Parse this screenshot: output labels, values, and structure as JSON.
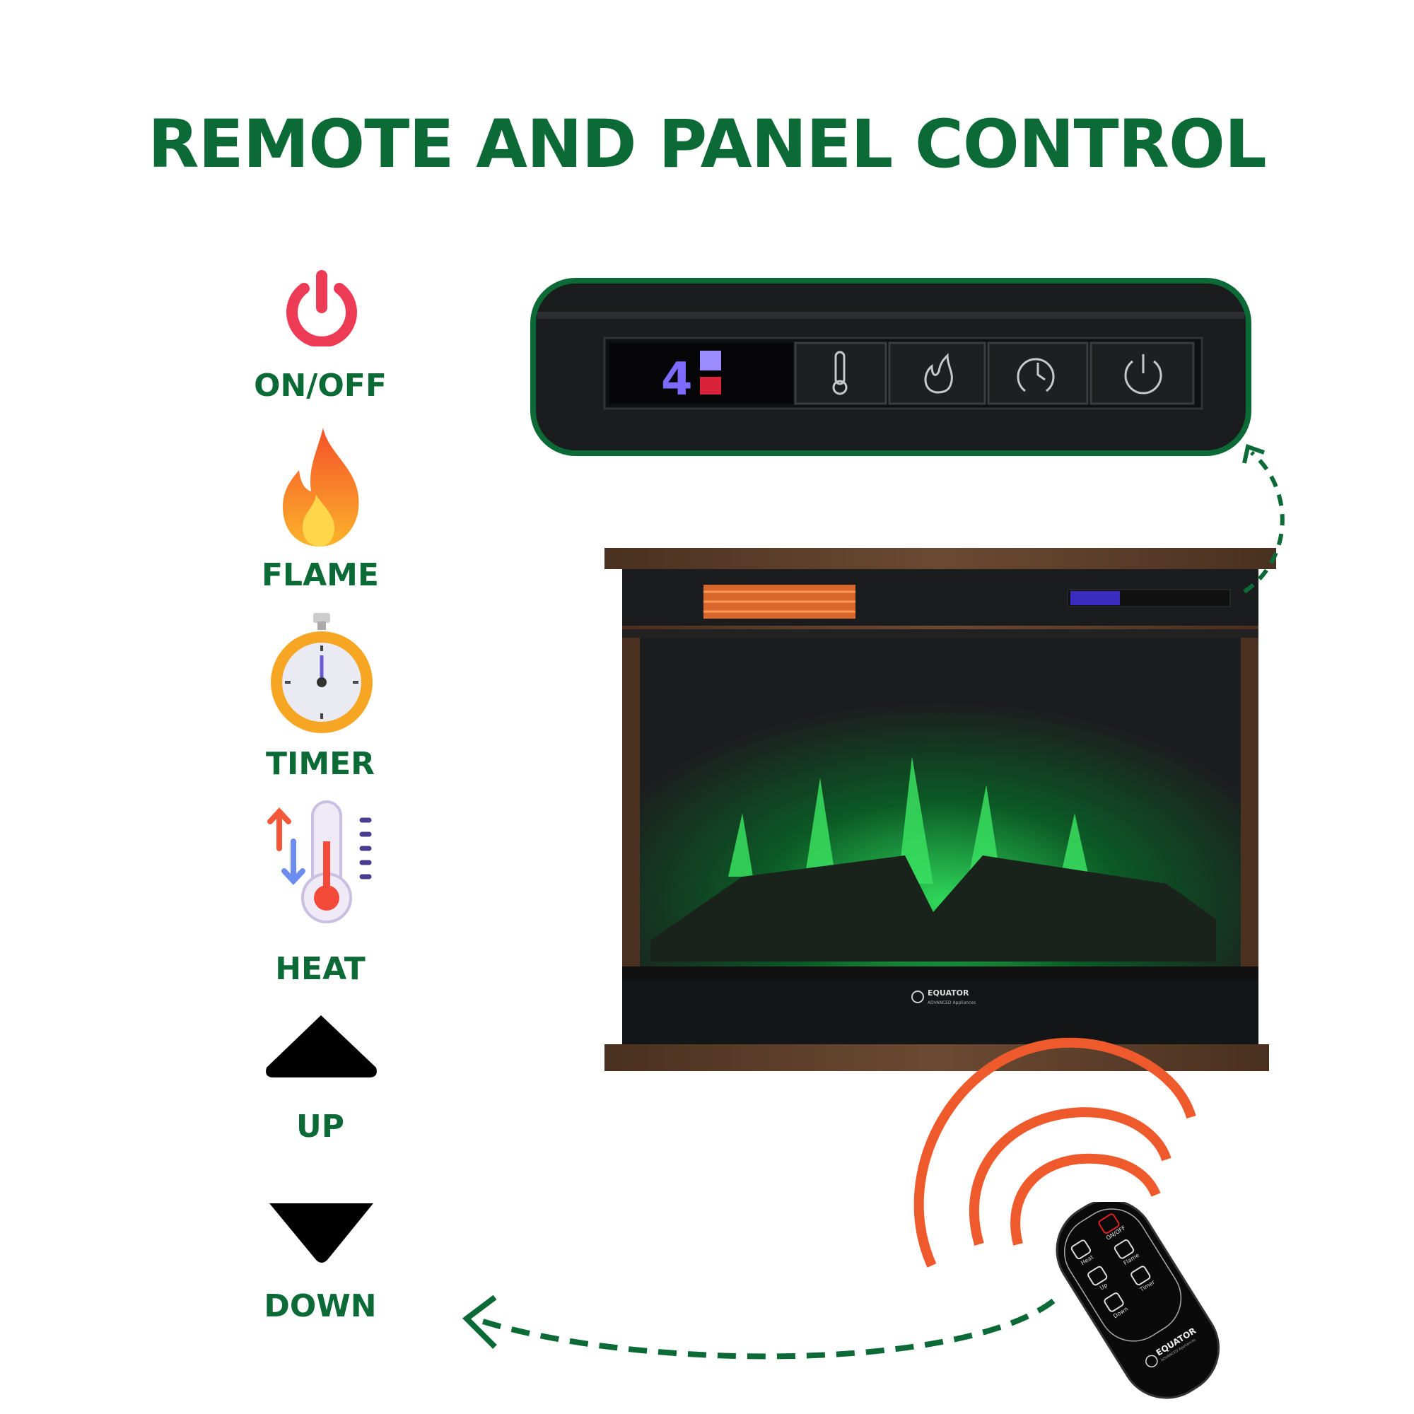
{
  "title": "REMOTE AND PANEL CONTROL",
  "features": [
    {
      "label": "ON/OFF",
      "icon": "power-icon"
    },
    {
      "label": "FLAME",
      "icon": "flame-icon"
    },
    {
      "label": "TIMER",
      "icon": "stopwatch-icon"
    },
    {
      "label": "HEAT",
      "icon": "thermometer-icon"
    },
    {
      "label": "UP",
      "icon": "triangle-up-icon"
    },
    {
      "label": "DOWN",
      "icon": "triangle-down-icon"
    }
  ],
  "panel": {
    "display_value": "4",
    "buttons": [
      "thermometer-icon",
      "flame-icon",
      "timer-icon",
      "power-icon"
    ]
  },
  "brand": {
    "name": "EQUATOR",
    "tagline": "ADVANCED Appliances"
  },
  "remote": {
    "buttons": [
      "Heat",
      "ON/OFF",
      "Flame",
      "Up",
      "Timer",
      "Down"
    ]
  },
  "colors": {
    "accent_green": "#0b6a35",
    "signal_orange": "#ee5a2c",
    "power_red": "#ee3b55"
  }
}
